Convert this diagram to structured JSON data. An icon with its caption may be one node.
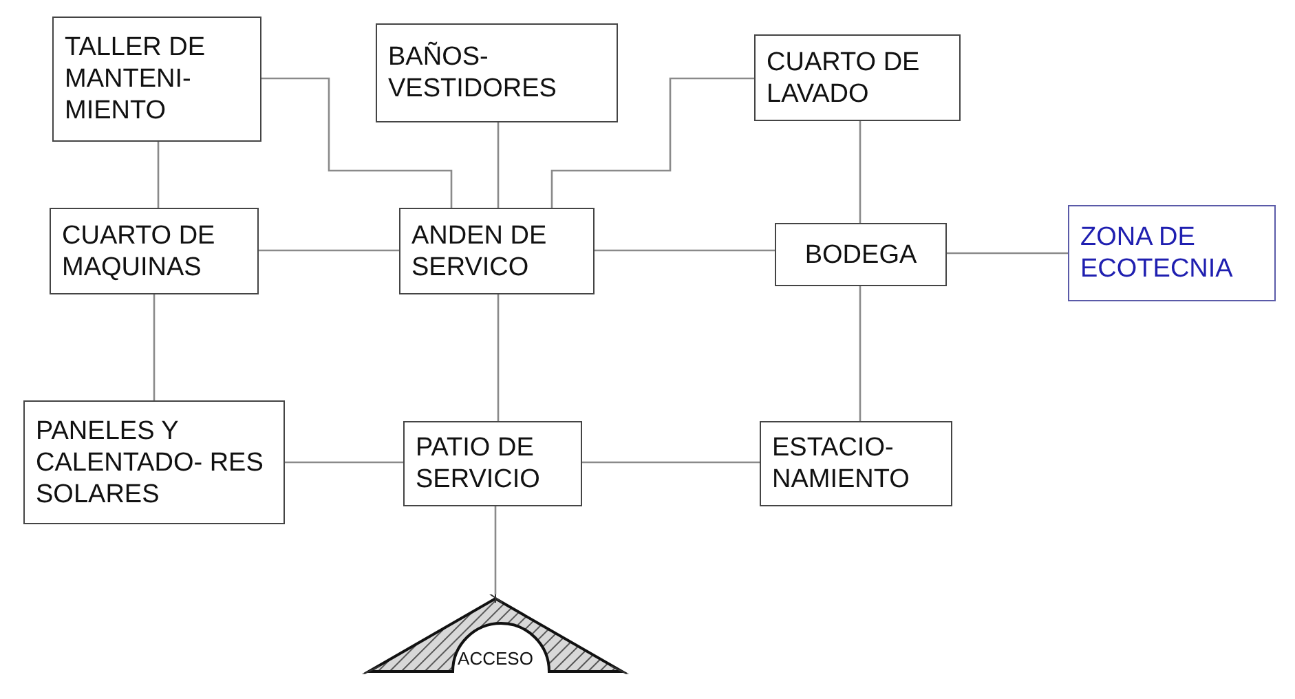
{
  "diagram": {
    "nodes": [
      {
        "text": [
          "TALLER DE MANTENI- MIENTO"
        ]
      },
      {
        "text": [
          "BAÑOS- VESTIDORES"
        ]
      },
      {
        "text": [
          "CUARTO DE LAVADO"
        ]
      },
      {
        "text": [
          "CUARTO DE MAQUINAS"
        ]
      },
      {
        "text": [
          "ANDEN DE SERVICO"
        ]
      },
      {
        "text": [
          "BODEGA"
        ]
      },
      {
        "text": [
          "ZONA DE ECOTECNIA"
        ]
      },
      {
        "text": [
          "PANELES Y CALENTADO- RES SOLARES"
        ]
      },
      {
        "text": [
          "PATIO DE SERVICIO"
        ]
      },
      {
        "text": [
          "ESTACIO- NAMIENTO"
        ]
      },
      {
        "text": [
          "ACCESO"
        ]
      }
    ],
    "edges": [
      {
        "from": 0,
        "to": 3,
        "arrow": "none"
      },
      {
        "from": 0,
        "to": 4,
        "arrow": "none"
      },
      {
        "from": 1,
        "to": 4,
        "arrow": "none"
      },
      {
        "from": 2,
        "to": 4,
        "arrow": "none"
      },
      {
        "from": 3,
        "to": 4,
        "arrow": "none"
      },
      {
        "from": 4,
        "to": 5,
        "arrow": "none"
      },
      {
        "from": 2,
        "to": 5,
        "arrow": "none"
      },
      {
        "from": 5,
        "to": 6,
        "arrow": "none"
      },
      {
        "from": 3,
        "to": 7,
        "arrow": "none"
      },
      {
        "from": 4,
        "to": 8,
        "arrow": "none"
      },
      {
        "from": 7,
        "to": 8,
        "arrow": "none"
      },
      {
        "from": 8,
        "to": 9,
        "arrow": "none"
      },
      {
        "from": 5,
        "to": 9,
        "arrow": "none"
      },
      {
        "from": 8,
        "to": 10,
        "arrow": "none"
      }
    ]
  }
}
